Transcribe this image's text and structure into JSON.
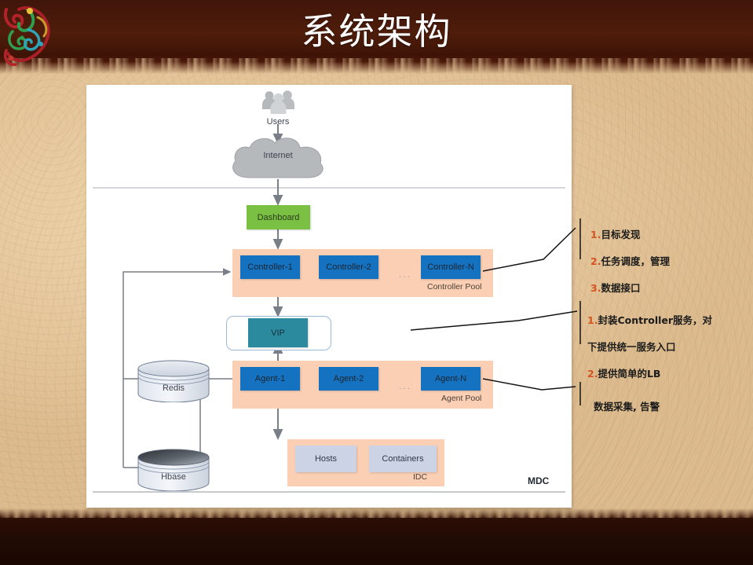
{
  "slide": {
    "title": "系统架构",
    "ornament": "decorative-swirl"
  },
  "diagram": {
    "users": {
      "label": "Users",
      "icon": "users-group-icon"
    },
    "internet": {
      "label": "Internet",
      "icon": "cloud-icon"
    },
    "dashboard": {
      "label": "Dashboard",
      "color": "#7ac143"
    },
    "controller_pool": {
      "label": "Controller Pool",
      "color": "#fbcfb4",
      "nodes": [
        {
          "label": "Controller-1"
        },
        {
          "label": "Controller-2"
        },
        {
          "label": "Controller-N"
        }
      ],
      "ellipsis": "..."
    },
    "vip": {
      "label": "VIP",
      "color": "#2b8a9e"
    },
    "agent_pool": {
      "label": "Agent Pool",
      "color": "#fbcfb4",
      "nodes": [
        {
          "label": "Agent-1"
        },
        {
          "label": "Agent-2"
        },
        {
          "label": "Agent-N"
        }
      ],
      "ellipsis": "..."
    },
    "idc": {
      "label": "IDC",
      "color": "#fbcfb4",
      "nodes": [
        {
          "label": "Hosts"
        },
        {
          "label": "Containers"
        }
      ]
    },
    "stores": [
      {
        "label": "Redis",
        "icon": "database-cylinder-icon"
      },
      {
        "label": "Hbase",
        "icon": "database-cylinder-icon"
      }
    ],
    "watermark": "MDC"
  },
  "annotations": [
    {
      "id": "controller-notes",
      "lines": [
        {
          "num": "1.",
          "text": "目标发现"
        },
        {
          "num": "2.",
          "text": "任务调度，管理"
        },
        {
          "num": "3.",
          "text": "数据接口"
        }
      ]
    },
    {
      "id": "vip-notes",
      "lines": [
        {
          "num": "1.",
          "text": "封装Controller服务，对"
        },
        {
          "num": "",
          "text": "下提供统一服务入口"
        },
        {
          "num": "2.",
          "text": "提供简单的LB"
        }
      ]
    },
    {
      "id": "agent-notes",
      "lines": [
        {
          "num": "",
          "text": "数据采集, 告警"
        }
      ]
    }
  ],
  "colors": {
    "accent_blue": "#1572c0",
    "accent_green": "#7ac143",
    "accent_teal": "#2b8a9e",
    "pool_peach": "#fbcfb4",
    "annot_number": "#d4541f",
    "title_text": "#ffffff"
  }
}
